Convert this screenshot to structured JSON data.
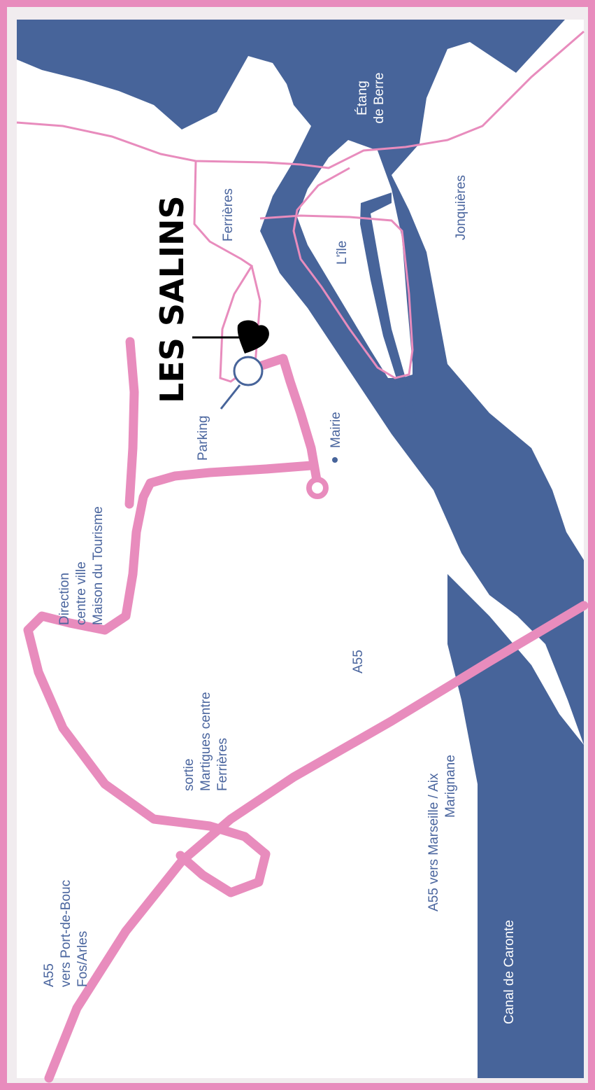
{
  "colors": {
    "frame": "#e88cbd",
    "water": "#47649a",
    "road": "#e88cbd",
    "label": "#4a659e",
    "marker": "#000000"
  },
  "title": "LES SALINS",
  "labels": {
    "etang": [
      "Étang",
      "de Berre"
    ],
    "jonquieres": "Jonquières",
    "ferrieres": "Ferrières",
    "ile": "L'île",
    "parking": "Parking",
    "mairie": "Mairie",
    "direction": [
      "Direction",
      "centre ville",
      "Maison du Tourisme"
    ],
    "a55_mid": "A55",
    "sortie": [
      "sortie",
      "Martigues centre",
      "Ferrières"
    ],
    "a55_marseille": [
      "A55 vers Marseille / Aix",
      "Marignane"
    ],
    "a55_portdebouc": [
      "A55",
      "vers Port-de-Bouc",
      "Fos/Arles"
    ],
    "canal": "Canal de Caronte"
  },
  "icons": {
    "marker": "heart-marker-icon",
    "parking": "parking-magnifier-icon",
    "mairie": "mairie-dot-icon"
  }
}
